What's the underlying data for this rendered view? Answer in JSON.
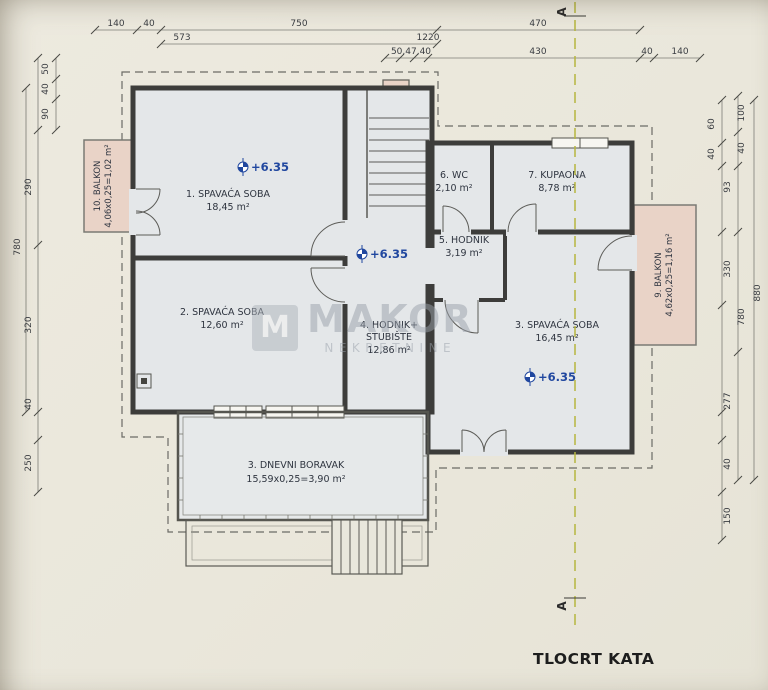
{
  "meta": {
    "title": "TLOCRT KATA"
  },
  "section": {
    "label": "A"
  },
  "watermark": {
    "logo_letter": "M",
    "name": "MAKOR",
    "subtitle": "NEKRETNINE"
  },
  "elevation": {
    "value": "+6.35"
  },
  "rooms": {
    "r1": {
      "name": "1. SPAVAĆA SOBA",
      "area": "18,45 m²"
    },
    "r2": {
      "name": "2. SPAVAĆA SOBA",
      "area": "12,60 m²"
    },
    "r3_dnevni": {
      "name": "3. DNEVNI BORAVAK",
      "area": "15,59x0,25=3,90 m²"
    },
    "r4": {
      "name": "4. HODNIK+",
      "name2": "STUBIŠTE",
      "area": "12,86 m²"
    },
    "r5": {
      "name": "5. HODNIK",
      "area": "3,19 m²"
    },
    "r6": {
      "name": "6. WC",
      "area": "2,10 m²"
    },
    "r7": {
      "name": "7. KUPAONA",
      "area": "8,78 m²"
    },
    "r3_spavaca": {
      "name": "3. SPAVAĆA SOBA",
      "area": "16,45 m²"
    },
    "b9": {
      "name": "9. BALKON",
      "area": "4,62x0,25=1,16 m²"
    },
    "b10": {
      "name": "10. BALKON",
      "area": "4,06x0,25=1,02 m²"
    }
  },
  "dims": {
    "top": [
      "140",
      "40",
      "750",
      "1220",
      "470",
      "573",
      "50,47,40",
      "430",
      "40",
      "140"
    ],
    "left": [
      "50",
      "40",
      "90",
      "290",
      "780",
      "320",
      "40",
      "250"
    ],
    "right": [
      "100",
      "40",
      "60",
      "40",
      "93",
      "330",
      "880",
      "780",
      "277",
      "40",
      "150"
    ]
  }
}
